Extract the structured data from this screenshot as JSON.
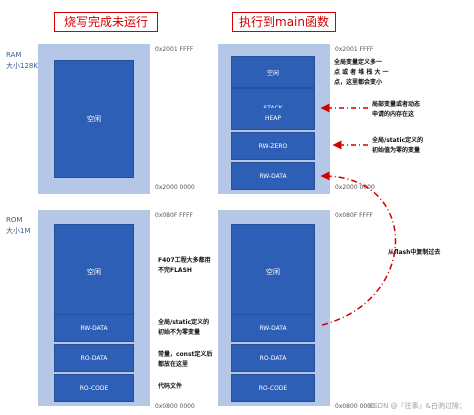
{
  "headers": {
    "left": "烧写完成未运行",
    "right": "执行到main函数"
  },
  "sections": {
    "ram_label": "RAM",
    "ram_size": "大小128K",
    "rom_label": "ROM",
    "rom_size": "大小1M"
  },
  "addresses": {
    "ram_top_left": "0x2001 FFFF",
    "ram_bottom_left": "0x2000 0000",
    "ram_top_right": "0x2001 FFFF",
    "ram_bottom_right": "0x2000 0000",
    "rom_top_left": "0x080F FFFF",
    "rom_bottom_left": "0x0800 0000",
    "rom_top_right": "0x080F FFFF",
    "rom_bottom_right": "0x0800 0000"
  },
  "blocks": {
    "left_ram_free": "空闲",
    "right_ram_free": "空闲",
    "stack": "STACK",
    "heap": "HEAP",
    "rw_zero": "RW-ZERO",
    "rw_data_ram": "RW-DATA",
    "left_rom_free": "空闲",
    "right_rom_free": "空闲",
    "left_rw_data": "RW-DATA",
    "left_ro_data": "RO-DATA",
    "left_ro_code": "RO-CODE",
    "right_rw_data": "RW-DATA",
    "right_ro_data": "RO-DATA",
    "right_ro_code": "RO-CODE"
  },
  "notes": {
    "stack_heap_line1": "全局变量定义多一",
    "stack_heap_line2": "点 或 者 堆 栈 大 一",
    "stack_heap_line3": "点，这里都会变小",
    "local_line1": "局部变量或者动态",
    "local_line2": "申请的内存在这",
    "zero_line1": "全局/static定义的",
    "zero_line2": "初始值为零的变量",
    "flash_line1": "F407工程大多都用",
    "flash_line2": "不完FLASH",
    "copy_note": "从flash中复制过去",
    "rwdata_line1": "全局/static定义的",
    "rwdata_line2": "初始不为零变量",
    "rodata_line1": "常量，const定义后",
    "rodata_line2": "都放在这里",
    "rocode": "代码文件"
  },
  "watermark": "CSDN @『往事』&白驹过隙；",
  "colors": {
    "block": "#2e5fb6",
    "outer": "#b4c7e7",
    "accent_red": "#d40000"
  }
}
